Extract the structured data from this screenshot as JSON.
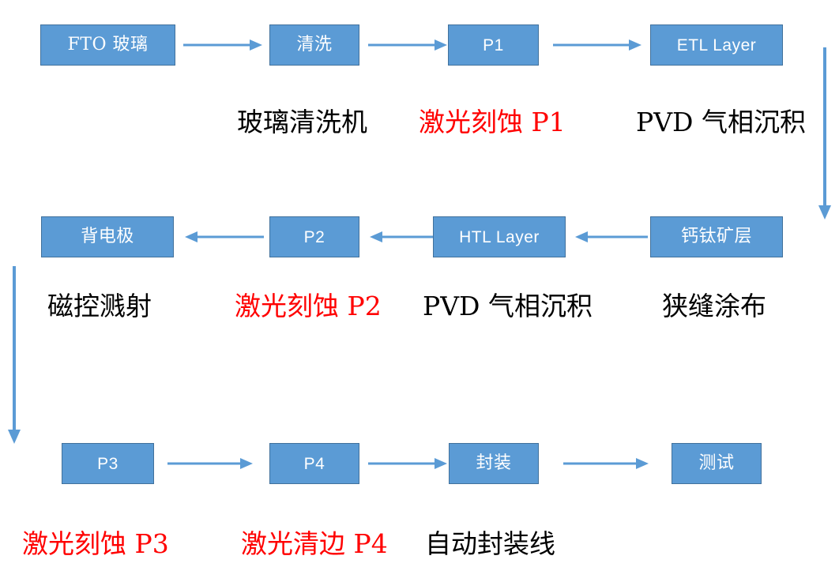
{
  "diagram": {
    "title_visible": false,
    "colors": {
      "node_fill": "#5B9BD5",
      "node_border": "#41719C",
      "node_text": "#FFFFFF",
      "arrow": "#5B9BD5",
      "caption_normal": "#000000",
      "caption_highlight": "#FF0000",
      "background": "#FFFFFF"
    },
    "rows": [
      {
        "direction": "left-to-right",
        "nodes": [
          {
            "label": "FTO 玻璃"
          },
          {
            "label": "清洗"
          },
          {
            "label": "P1"
          },
          {
            "label": "ETL Layer"
          }
        ],
        "captions": [
          {
            "text": "玻璃清洗机",
            "highlight": false
          },
          {
            "text": "激光刻蚀 P1",
            "highlight": true
          },
          {
            "text": "PVD 气相沉积",
            "highlight": false
          }
        ]
      },
      {
        "direction": "right-to-left",
        "nodes": [
          {
            "label": "背电极"
          },
          {
            "label": "P2"
          },
          {
            "label": "HTL Layer"
          },
          {
            "label": "钙钛矿层"
          }
        ],
        "captions": [
          {
            "text": "磁控溅射",
            "highlight": false
          },
          {
            "text": "激光刻蚀 P2",
            "highlight": true
          },
          {
            "text": "PVD 气相沉积",
            "highlight": false
          },
          {
            "text": "狭缝涂布",
            "highlight": false
          }
        ]
      },
      {
        "direction": "left-to-right",
        "nodes": [
          {
            "label": "P3"
          },
          {
            "label": "P4"
          },
          {
            "label": "封装"
          },
          {
            "label": "测试"
          }
        ],
        "captions": [
          {
            "text": "激光刻蚀 P3",
            "highlight": true
          },
          {
            "text": "激光清边 P4",
            "highlight": true
          },
          {
            "text": "自动封装线",
            "highlight": false
          }
        ]
      }
    ],
    "connectors": {
      "right_down": {
        "icon": "arrow-down-icon",
        "direction": "down"
      },
      "left_down": {
        "icon": "arrow-down-icon",
        "direction": "down"
      }
    }
  }
}
